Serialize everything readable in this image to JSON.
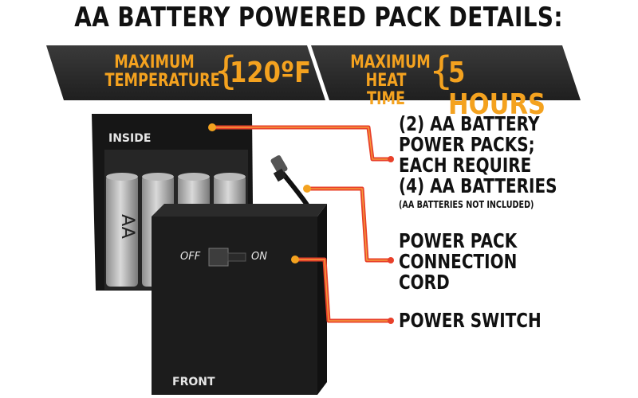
{
  "title": "AA BATTERY POWERED PACK DETAILS:",
  "banner_left": {
    "line1": "MAXIMUM",
    "line2": "TEMPERATURE",
    "value": "120ºF"
  },
  "banner_right": {
    "line1": "MAXIMUM",
    "line2": "HEAT TIME",
    "value": "5 HOURS"
  },
  "pack": {
    "inside_label": "INSIDE",
    "front_label": "FRONT",
    "battery_label": "AA",
    "switch_off": "OFF",
    "switch_on": "ON"
  },
  "callouts": {
    "battery_packs": [
      "(2) AA BATTERY",
      "POWER PACKS;",
      "EACH REQUIRE",
      "(4) AA BATTERIES"
    ],
    "battery_note": "(AA BATTERIES NOT INCLUDED)",
    "connection_cord": [
      "POWER PACK",
      "CONNECTION",
      "CORD"
    ],
    "power_switch": "POWER SWITCH"
  },
  "colors": {
    "accent": "#f4a21f",
    "leader_line": "#e8402a",
    "banner_bg": "#2b2b2b",
    "box_bg": "#1a1a1a"
  }
}
